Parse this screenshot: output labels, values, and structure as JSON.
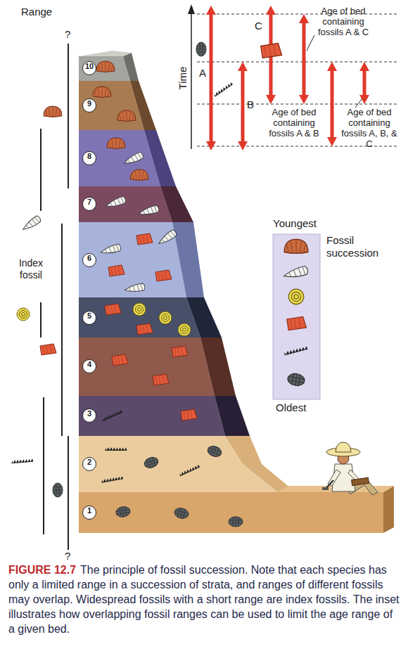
{
  "diagram": {
    "title": "FIGURE 12.7",
    "caption": "The principle of fossil succession. Note that each species has only a limited range in a succession of strata, and ranges of different fossils may overlap. Widespread fossils with a short range are index fossils. The inset illustrates how overlapping fossil ranges can be used to limit the age range of a given bed.",
    "nodes": [
      {
        "text": [
          "10"
        ]
      },
      {
        "text": [
          "9"
        ]
      },
      {
        "text": [
          "8"
        ]
      },
      {
        "text": [
          "7"
        ]
      },
      {
        "text": [
          "6"
        ]
      },
      {
        "text": [
          "5"
        ]
      },
      {
        "text": [
          "4"
        ]
      },
      {
        "text": [
          "3"
        ]
      },
      {
        "text": [
          "2"
        ]
      },
      {
        "text": [
          "1"
        ]
      },
      {
        "text": [
          "Youngest",
          "Fossil succession",
          "Oldest"
        ]
      }
    ],
    "labels": [
      "Range",
      "?",
      "Index fossil",
      "?",
      "Time",
      "A",
      "B",
      "C",
      "Age of bed containing fossils A & C",
      "Age of bed containing fossils A & B",
      "Age of bed containing fossils A, B, & C"
    ]
  }
}
